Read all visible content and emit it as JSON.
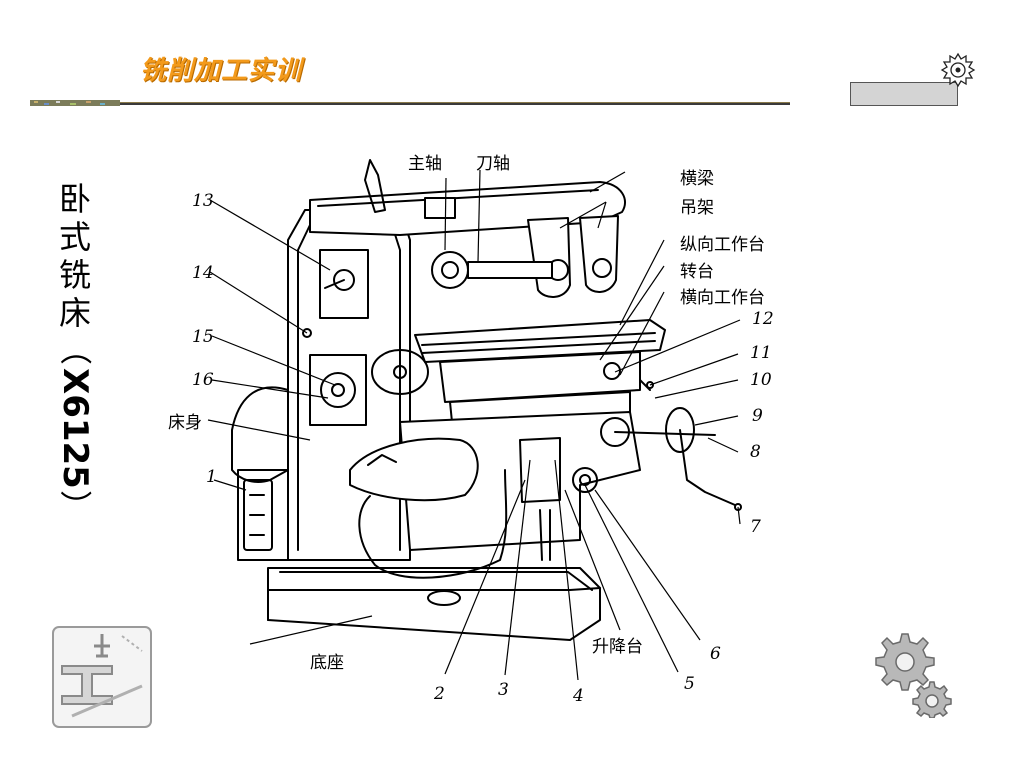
{
  "header": {
    "title": "铣削加工实训"
  },
  "side_title": {
    "name_chars": [
      "卧",
      "式",
      "铣",
      "床"
    ],
    "open_paren": "（",
    "model": "X6125",
    "close_paren": "）"
  },
  "diagram": {
    "labels_cn": {
      "spindle": "主轴",
      "arbor": "刀轴",
      "crossbeam": "横梁",
      "hanger": "吊架",
      "longitudinal_table": "纵向工作台",
      "swivel_table": "转台",
      "transverse_table": "横向工作台",
      "column": "床身",
      "base": "底座",
      "knee": "升降台"
    },
    "numbers": [
      "1",
      "2",
      "3",
      "4",
      "5",
      "6",
      "7",
      "8",
      "9",
      "10",
      "11",
      "12",
      "13",
      "14",
      "15",
      "16"
    ]
  },
  "colors": {
    "title_orange": "#f39a1b",
    "box_gray": "#d4d4d4"
  },
  "icons": [
    "saw-gear-icon",
    "crane-logo-icon",
    "gears-icon"
  ]
}
